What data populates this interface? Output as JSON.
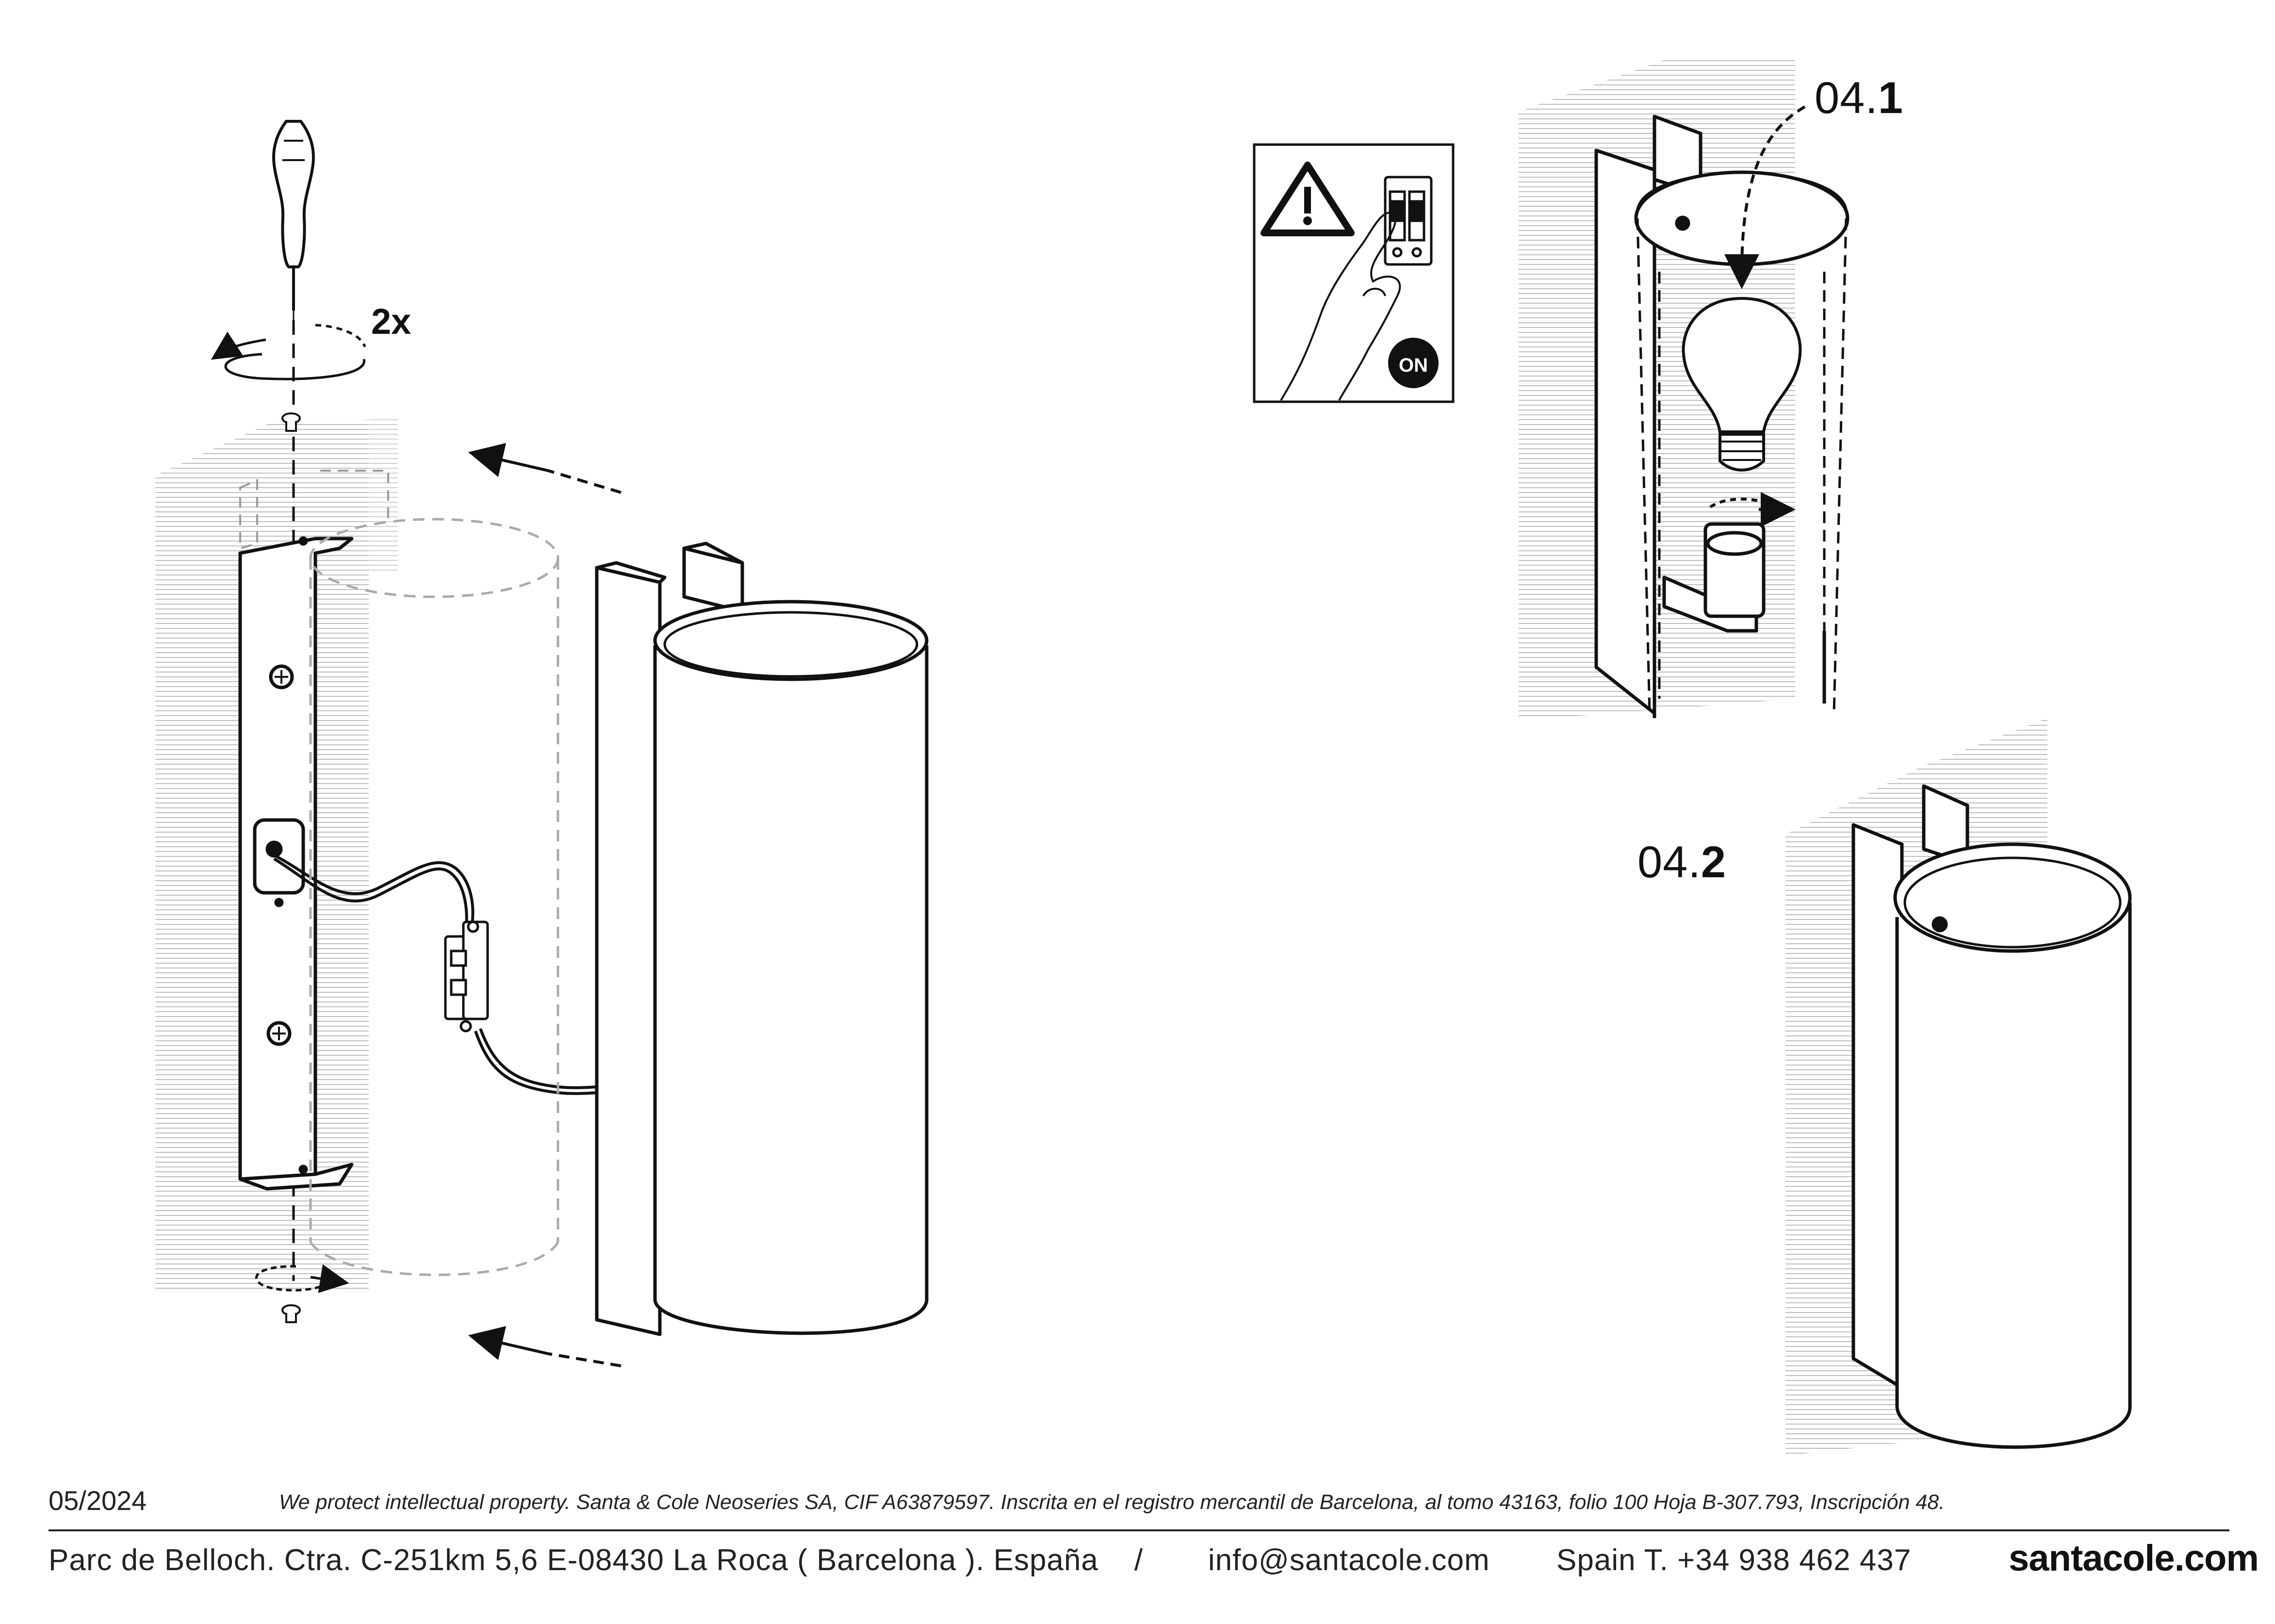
{
  "labels": {
    "step_04_1_prefix": "04.",
    "step_04_1_number": "1",
    "step_04_2_prefix": "04.",
    "step_04_2_number": "2",
    "screw_count": "2x",
    "power_on": "ON"
  },
  "footer": {
    "date": "05/2024",
    "legal": "We protect intellectual property. Santa & Cole Neoseries SA, CIF A63879597. Inscrita en el registro mercantil de Barcelona, al tomo 43163, folio 100 Hoja B-307.793, Inscripción 48.",
    "address": "Parc de Belloch. Ctra. C-251km 5,6 E-08430 La Roca ( Barcelona ). España",
    "separator": "/",
    "email": "info@santacole.com",
    "phone": "Spain  T. +34 938 462 437",
    "brand": "santacole.com"
  },
  "icons": [
    "screwdriver-icon",
    "warning-triangle-icon",
    "circuit-breaker-icon",
    "hand-icon",
    "light-bulb-icon"
  ]
}
